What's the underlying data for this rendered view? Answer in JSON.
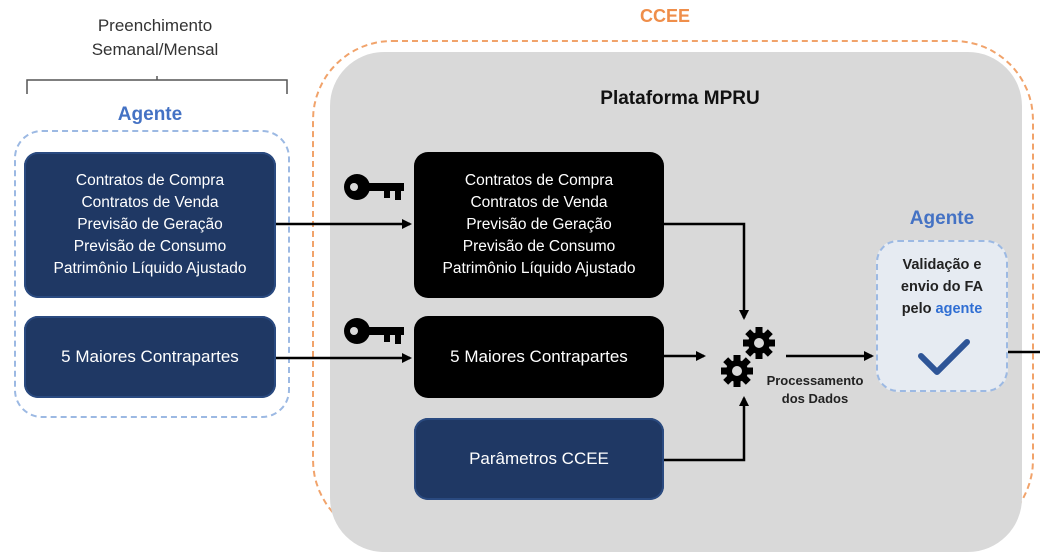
{
  "header": {
    "fill_caption": [
      "Preenchimento",
      "Semanal/Mensal"
    ],
    "ccee_label": "CCEE",
    "platform_title": "Plataforma MPRU"
  },
  "left_agent": {
    "title": "Agente",
    "data_box": [
      "Contratos de Compra",
      "Contratos de Venda",
      "Previsão de Geração",
      "Previsão de Consumo",
      "Patrimônio Líquido Ajustado"
    ],
    "counterparts_box": "5 Maiores Contrapartes"
  },
  "platform": {
    "data_box": [
      "Contratos de Compra",
      "Contratos de Venda",
      "Previsão de Geração",
      "Previsão de Consumo",
      "Patrimônio Líquido Ajustado"
    ],
    "counterparts_box": "5 Maiores Contrapartes",
    "params_box": "Parâmetros CCEE",
    "processing_label": [
      "Processamento",
      "dos Dados"
    ]
  },
  "right_agent": {
    "title": "Agente",
    "validation_text": [
      "Validação e",
      "envio do FA",
      "pelo "
    ],
    "validation_highlight": "agente"
  },
  "colors": {
    "navy": "#1f3864",
    "ccee_orange": "#ef8e4a",
    "agent_blue": "#4472c4",
    "platform_gray": "#d9d9d9",
    "check_blue": "#2e5597"
  },
  "icons": [
    "key-icon",
    "gear-icon",
    "check-icon"
  ]
}
